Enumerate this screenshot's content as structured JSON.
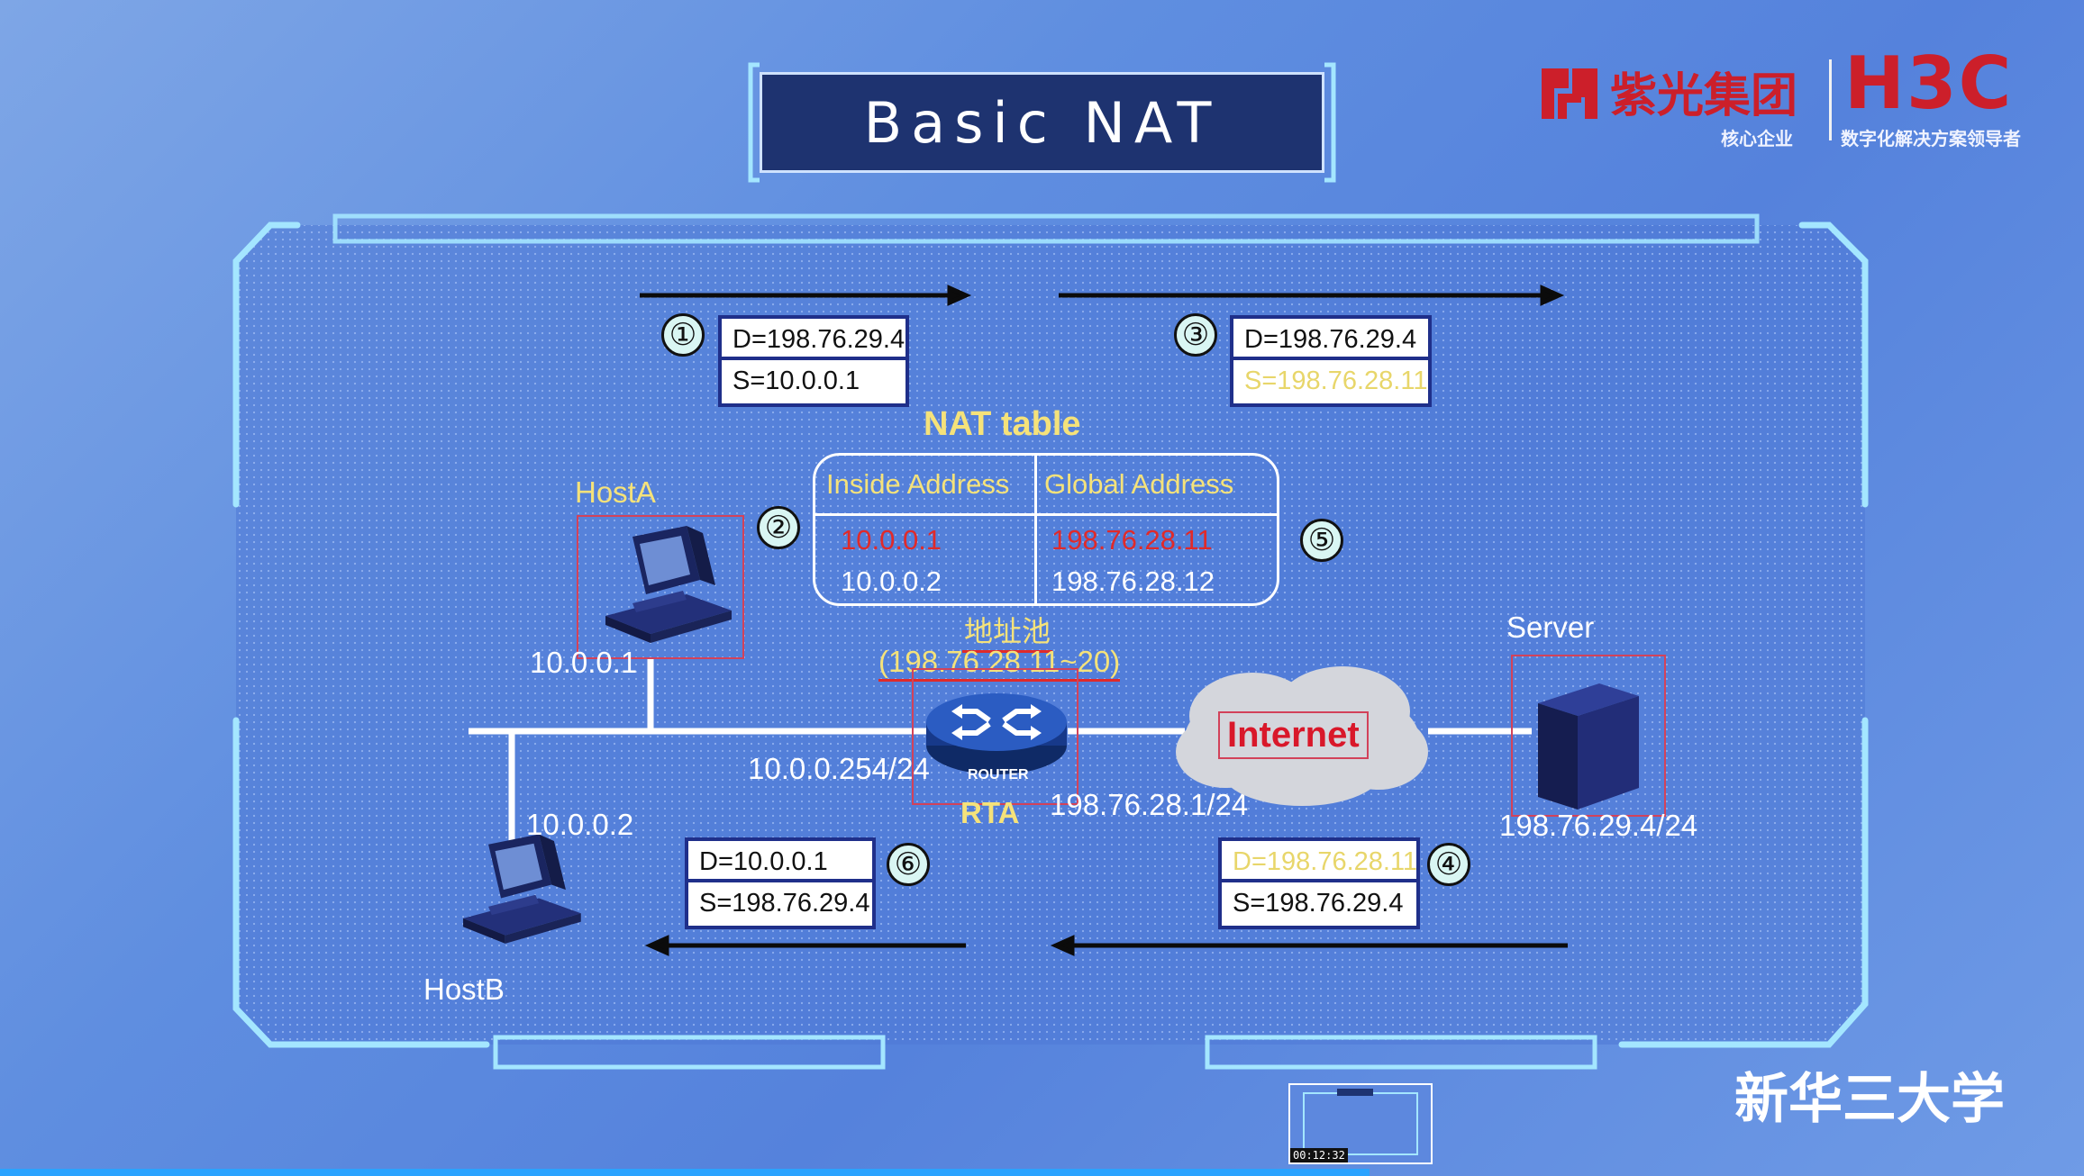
{
  "title": "Basic NAT",
  "logo": {
    "brand_cn": "紫光集团",
    "brand_en": "H3C",
    "sub_left": "核心企业",
    "sub_right": "数字化解决方案领导者"
  },
  "watermark": "新华三大学",
  "steps": [
    {
      "num": "①",
      "line1": "D=198.76.29.4",
      "line2": "S=10.0.0.1"
    },
    {
      "num": "②"
    },
    {
      "num": "③",
      "line1": "D=198.76.29.4",
      "line2": "S=198.76.28.11"
    },
    {
      "num": "④",
      "line1": "D=198.76.28.11",
      "line2": "S=198.76.29.4"
    },
    {
      "num": "⑤"
    },
    {
      "num": "⑥",
      "line1": "D=10.0.0.1",
      "line2": "S=198.76.29.4"
    }
  ],
  "nat_table": {
    "title": "NAT table",
    "headers": [
      "Inside Address",
      "Global Address"
    ],
    "rows": [
      [
        "10.0.0.1",
        "198.76.28.11"
      ],
      [
        "10.0.0.2",
        "198.76.28.12"
      ]
    ]
  },
  "pool": {
    "label": "地址池",
    "range": "(198.76.28.11~20)"
  },
  "devices": {
    "hostA": {
      "name": "HostA",
      "ip": "10.0.0.1"
    },
    "hostB": {
      "name": "HostB",
      "ip": "10.0.0.2"
    },
    "router": {
      "name": "RTA",
      "badge": "ROUTER",
      "inside_ip": "10.0.0.254/24",
      "outside_ip": "198.76.28.1/24"
    },
    "internet": "Internet",
    "server": {
      "name": "Server",
      "ip": "198.76.29.4/24"
    }
  },
  "video": {
    "timestamp": "00:12:32"
  },
  "colors": {
    "background": "#5f8ee0",
    "title_box": "#1e3370",
    "packet_border": "#1f2f8a",
    "highlight_yellow": "#e8d66a",
    "mapping_red": "#e02a2a",
    "brand_red": "#cc1f2a",
    "frame_cyan": "#9fe3ff"
  }
}
